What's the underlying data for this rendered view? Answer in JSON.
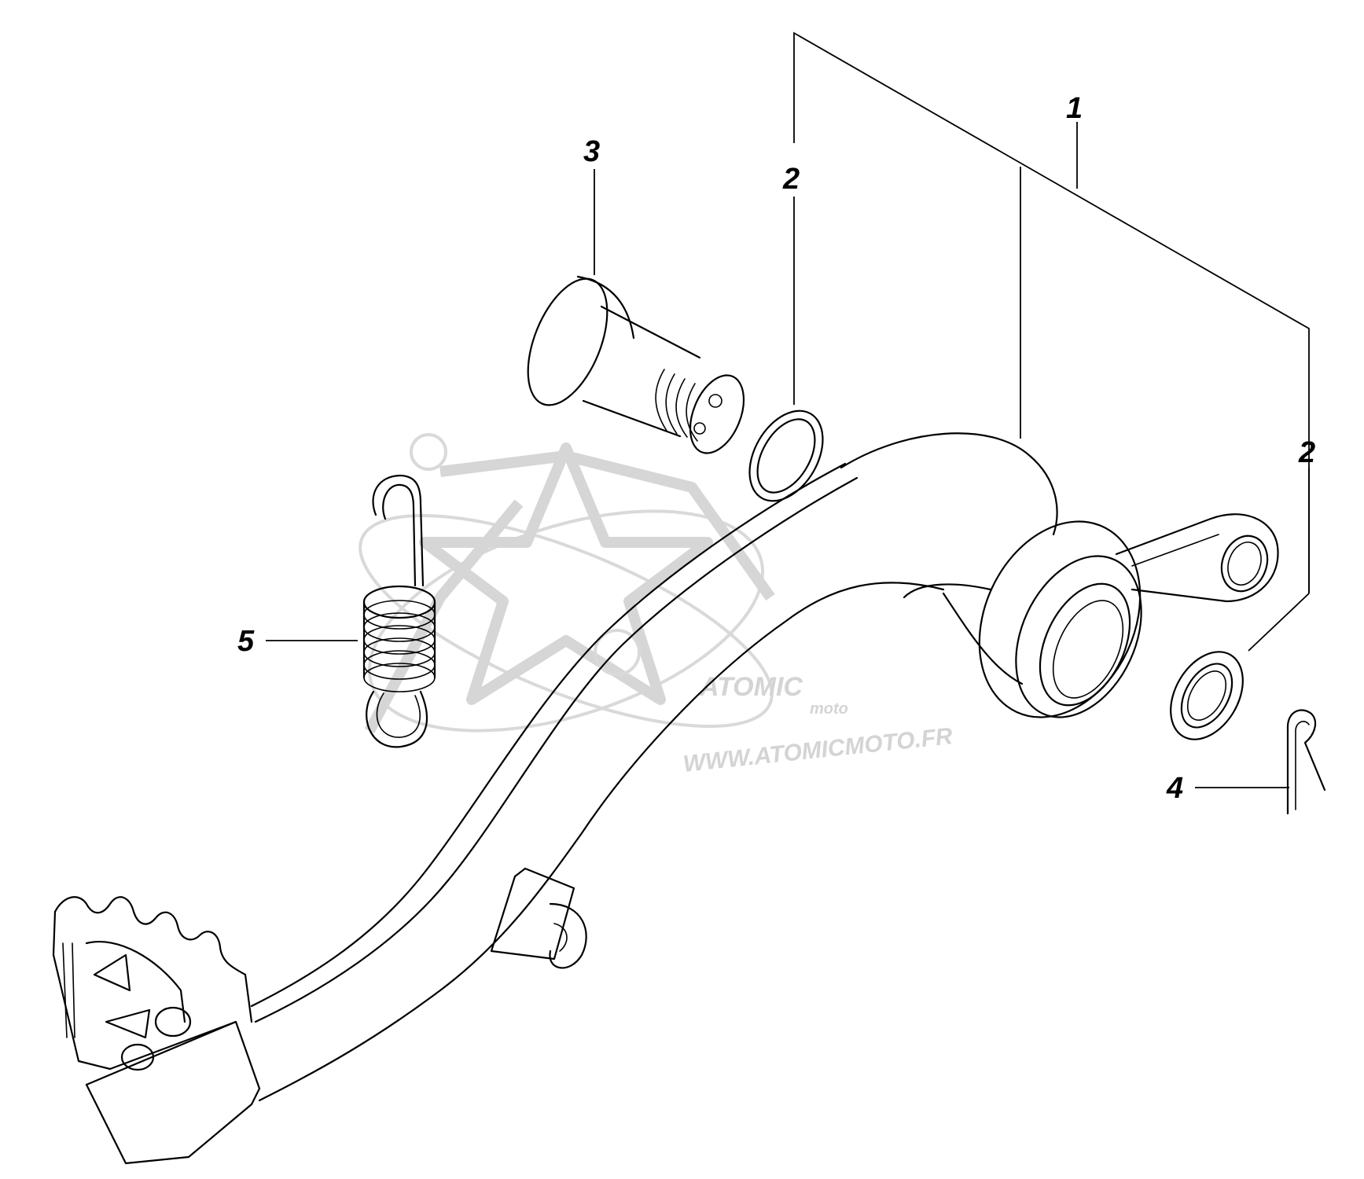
{
  "diagram": {
    "callouts": [
      {
        "id": "1",
        "text": "1"
      },
      {
        "id": "2a",
        "text": "2"
      },
      {
        "id": "2b",
        "text": "2"
      },
      {
        "id": "3",
        "text": "3"
      },
      {
        "id": "4",
        "text": "4"
      },
      {
        "id": "5",
        "text": "5"
      }
    ],
    "watermark": {
      "logo_text": "ATOMIC",
      "logo_sub": "moto",
      "url": "WWW.ATOMICMOTO.FR"
    }
  }
}
